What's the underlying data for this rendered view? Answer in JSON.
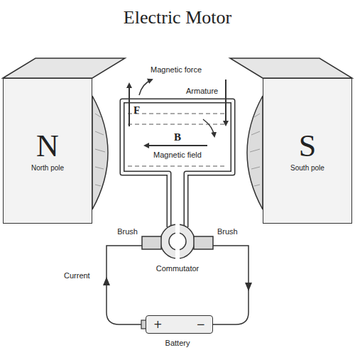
{
  "diagram": {
    "title": "Electric Motor",
    "nodes": [
      {
        "text": [
          "N",
          "North pole"
        ]
      },
      {
        "text": [
          "S",
          "South pole"
        ]
      },
      {
        "text": [
          "+",
          "−"
        ]
      }
    ],
    "labels": [
      "Magnetic force",
      "F",
      "Armature",
      "B",
      "Magnetic field",
      "Brush",
      "Brush",
      "Current",
      "Commutator",
      "Battery"
    ]
  }
}
